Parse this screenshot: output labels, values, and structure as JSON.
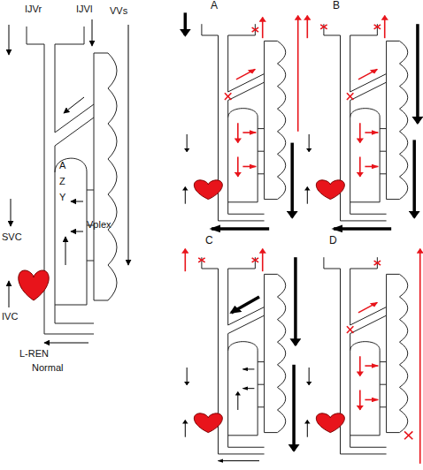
{
  "diagram": {
    "labels": [
      "IJVr",
      "IJVl",
      "VVs",
      "A",
      "Z",
      "Y",
      "SVC",
      "IVC",
      "Vplex",
      "L-REN",
      "Normal",
      "A",
      "B",
      "C",
      "D"
    ]
  }
}
